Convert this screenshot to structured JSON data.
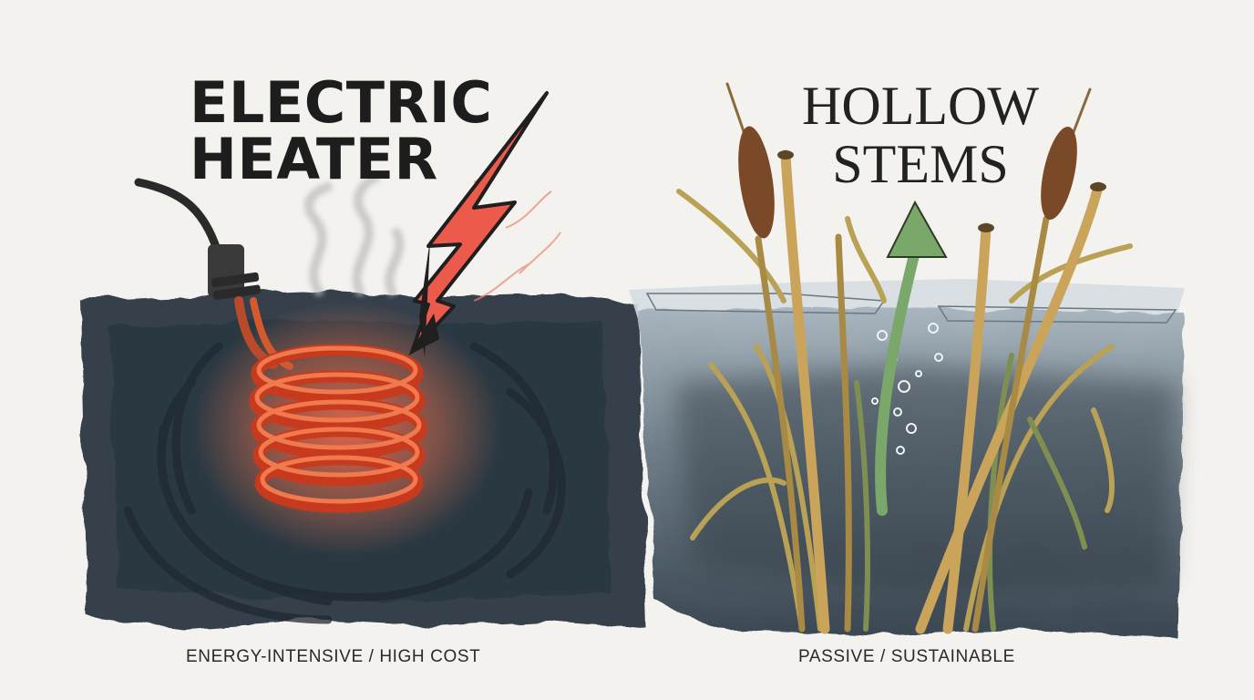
{
  "left_panel": {
    "title_line1": "ELECTRIC",
    "title_line2": "HEATER",
    "caption": "ENERGY-INTENSIVE / HIGH COST",
    "icons": [
      "power-cord-icon",
      "heating-coil-icon",
      "lightning-bolt-icon",
      "steam-icon"
    ]
  },
  "right_panel": {
    "title_line1": "HOLLOW",
    "title_line2": "STEMS",
    "caption": "PASSIVE / SUSTAINABLE",
    "icons": [
      "cattail-reeds-icon",
      "upward-arrow-icon",
      "air-bubbles-icon"
    ]
  },
  "colors": {
    "background": "#f4f2ee",
    "water_dark": "#2e3a45",
    "water_light": "#b9c6cf",
    "coil": "#e5532a",
    "bolt": "#ec5a4c",
    "arrow": "#7aa86a",
    "reed": "#c9a45a",
    "cattail_head": "#7a4a28"
  }
}
